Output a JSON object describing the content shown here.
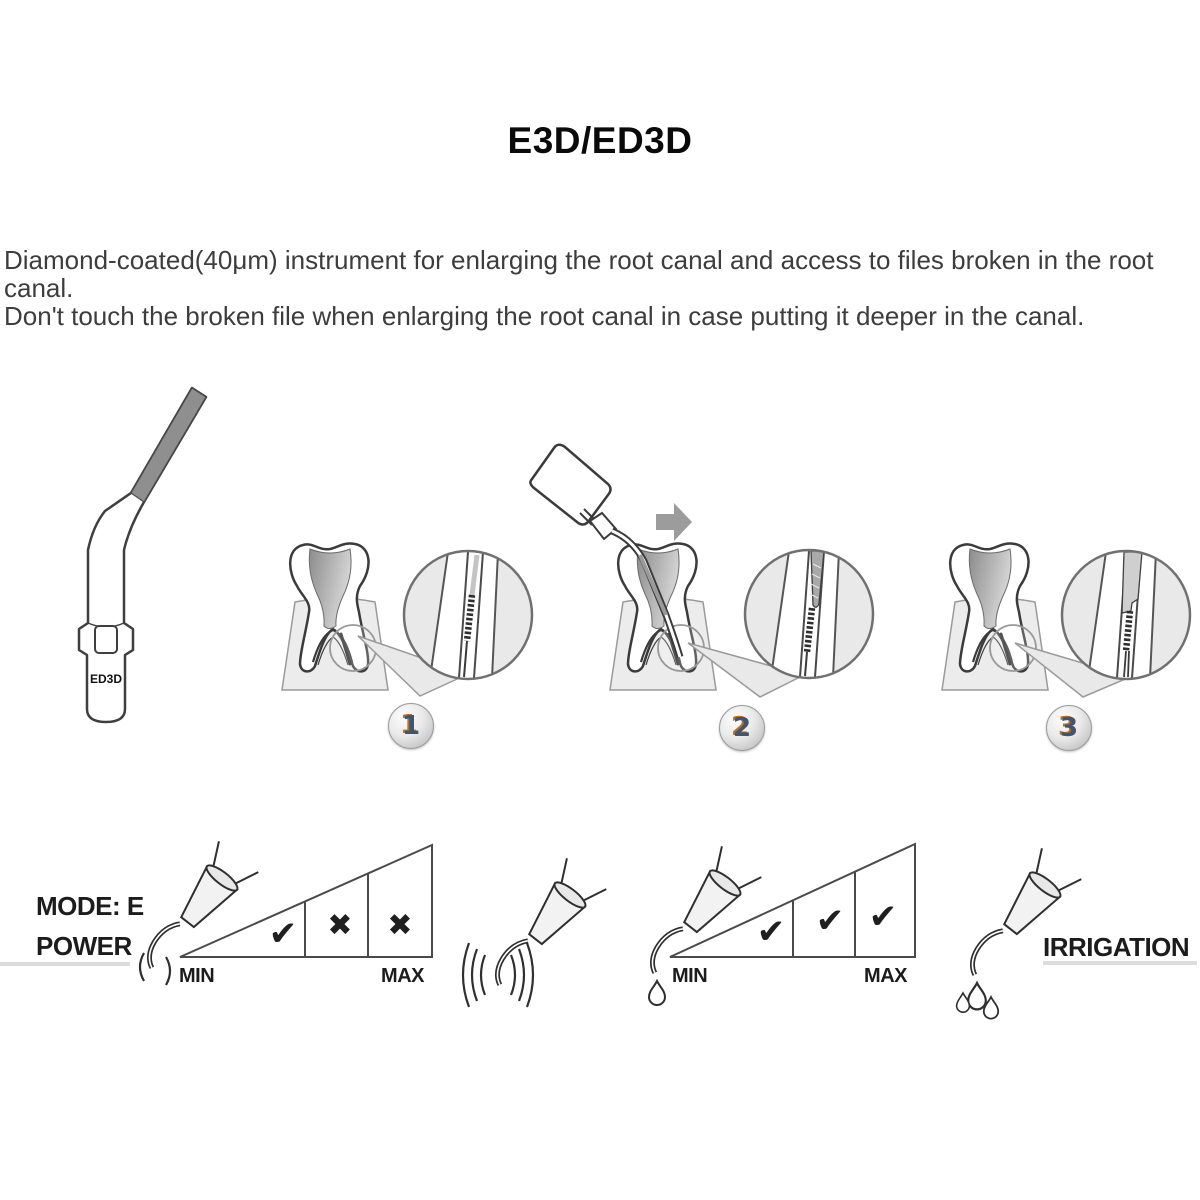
{
  "title": "E3D/ED3D",
  "description": {
    "p1": "Diamond-coated(40μm) instrument for enlarging the root canal and access to files broken in the root canal.",
    "p2": "Don't touch the broken file when enlarging the root canal in case putting it deeper in the canal."
  },
  "instrument": {
    "label": "ED3D"
  },
  "steps": [
    {
      "number": "1"
    },
    {
      "number": "2"
    },
    {
      "number": "3"
    }
  ],
  "power": {
    "mode_label": "MODE: E",
    "label": "POWER",
    "min_label": "MIN",
    "max_label": "MAX",
    "marks": [
      {
        "glyph": "✔",
        "meaning": "allowed"
      },
      {
        "glyph": "✖",
        "meaning": "not-allowed"
      },
      {
        "glyph": "✖",
        "meaning": "not-allowed"
      }
    ]
  },
  "irrigation": {
    "label": "IRRIGATION",
    "min_label": "MIN",
    "max_label": "MAX",
    "marks": [
      {
        "glyph": "✔",
        "meaning": "allowed"
      },
      {
        "glyph": "✔",
        "meaning": "allowed"
      },
      {
        "glyph": "✔",
        "meaning": "allowed"
      }
    ]
  },
  "colors": {
    "outline": "#3b3b3b",
    "light_gray": "#e9e9e9",
    "coating_gray": "#8f8f8f",
    "underline_gray": "#dcdcdc",
    "badge_number": "#44546a",
    "badge_highlight": "#b5722f"
  }
}
